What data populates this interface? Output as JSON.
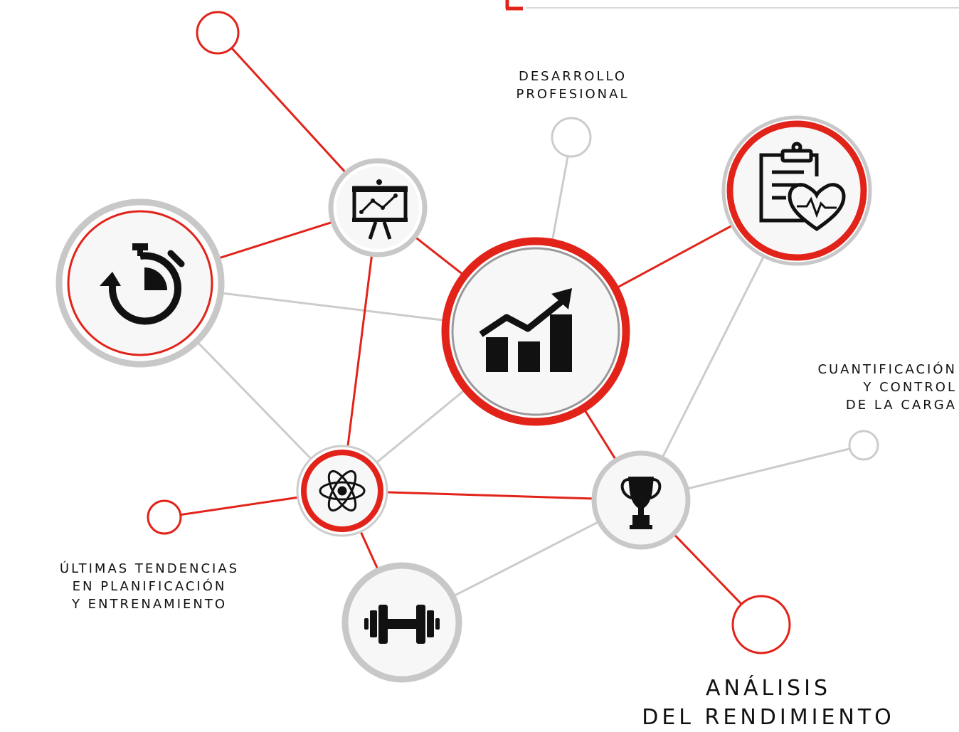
{
  "labels": {
    "desarrollo": "DESARROLLO\nPROFESIONAL",
    "cuantificacion": "CUANTIFICACIÓN\nY CONTROL\nDE LA CARGA",
    "ultimas": "ÚLTIMAS TENDENCIAS\nEN PLANIFICACIÓN\nY ENTRENAMIENTO",
    "analisis": "ANÁLISIS\nDEL RENDIMIENTO"
  },
  "colors": {
    "accent": "#e2231a",
    "ring_gray": "#c8c8c8",
    "node_fill": "#f7f7f7",
    "icon": "#111111"
  },
  "nodes": [
    {
      "id": "stopwatch",
      "icon": "stopwatch-icon"
    },
    {
      "id": "presentation",
      "icon": "presentation-board-icon"
    },
    {
      "id": "growth",
      "icon": "growth-chart-icon"
    },
    {
      "id": "clipboard",
      "icon": "clipboard-heart-icon"
    },
    {
      "id": "atom",
      "icon": "atom-icon"
    },
    {
      "id": "trophy",
      "icon": "trophy-icon"
    },
    {
      "id": "dumbbell",
      "icon": "dumbbell-icon"
    }
  ]
}
